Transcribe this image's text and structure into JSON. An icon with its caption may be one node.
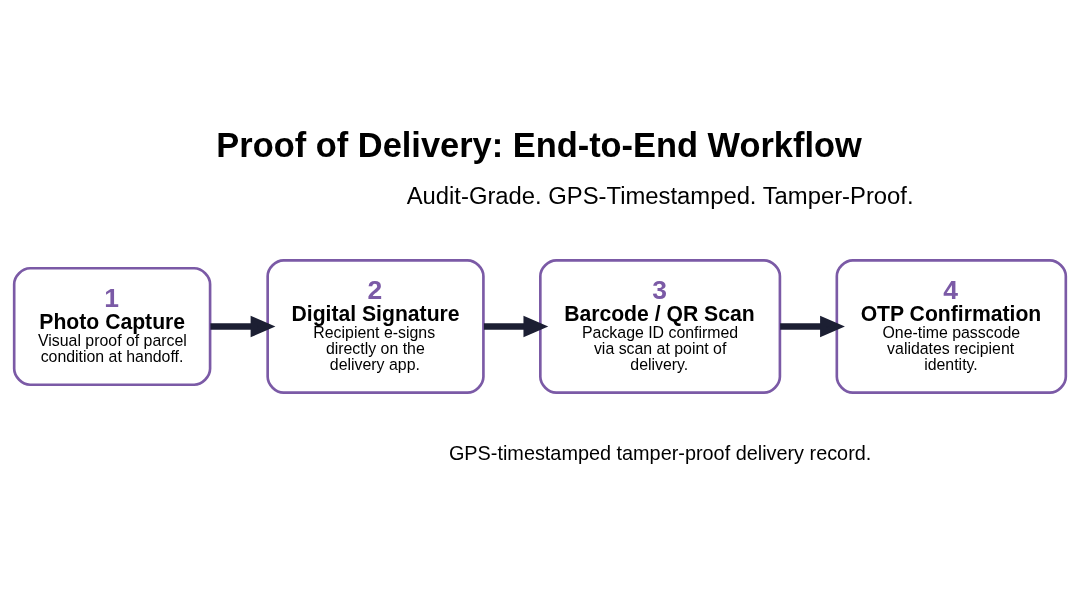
{
  "diagram": {
    "title": "Proof of Delivery: End-to-End Workflow",
    "nodes": [
      {
        "text": [
          "1",
          "Photo Capture",
          "Visual proof of parcel condition at handoff."
        ]
      },
      {
        "text": [
          "2",
          "Digital Signature",
          "Recipient e-signs directly on the delivery app."
        ]
      },
      {
        "text": [
          "3",
          "Barcode / QR Scan",
          "Package ID confirmed via scan at point of delivery."
        ]
      },
      {
        "text": [
          "4",
          "OTP Confirmation",
          "One-time passcode validates recipient identity."
        ]
      }
    ],
    "edges": [
      {
        "from": 0,
        "to": 1,
        "arrow": "to"
      },
      {
        "from": 1,
        "to": 2,
        "arrow": "to"
      },
      {
        "from": 2,
        "to": 3,
        "arrow": "to"
      }
    ],
    "labels": [
      "Audit-Grade. GPS-Timestamped. Tamper-Proof.",
      "GPS-timestamped tamper-proof delivery record."
    ]
  }
}
